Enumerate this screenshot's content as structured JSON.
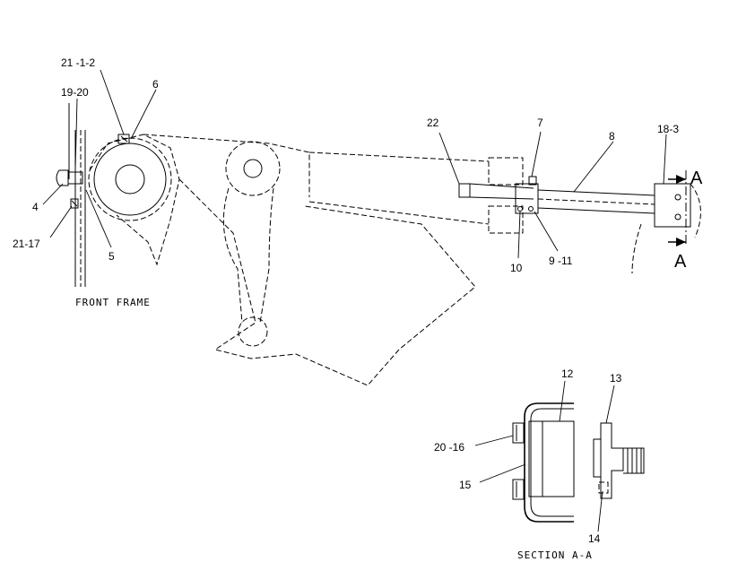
{
  "labels": {
    "l_21_1_2": "21 -1-2",
    "l_19_20": "19-20",
    "l_6": "6",
    "l_4": "4",
    "l_21_17": "21-17",
    "l_5": "5",
    "l_front_frame": "FRONT FRAME",
    "l_22": "22",
    "l_7": "7",
    "l_8": "8",
    "l_18_3": "18-3",
    "l_a_top": "A",
    "l_a_bottom": "A",
    "l_10": "10",
    "l_9_11": "9 -11",
    "l_12": "12",
    "l_13": "13",
    "l_20_16": "20 -16",
    "l_15": "15",
    "l_14": "14",
    "l_section": "SECTION A-A"
  }
}
